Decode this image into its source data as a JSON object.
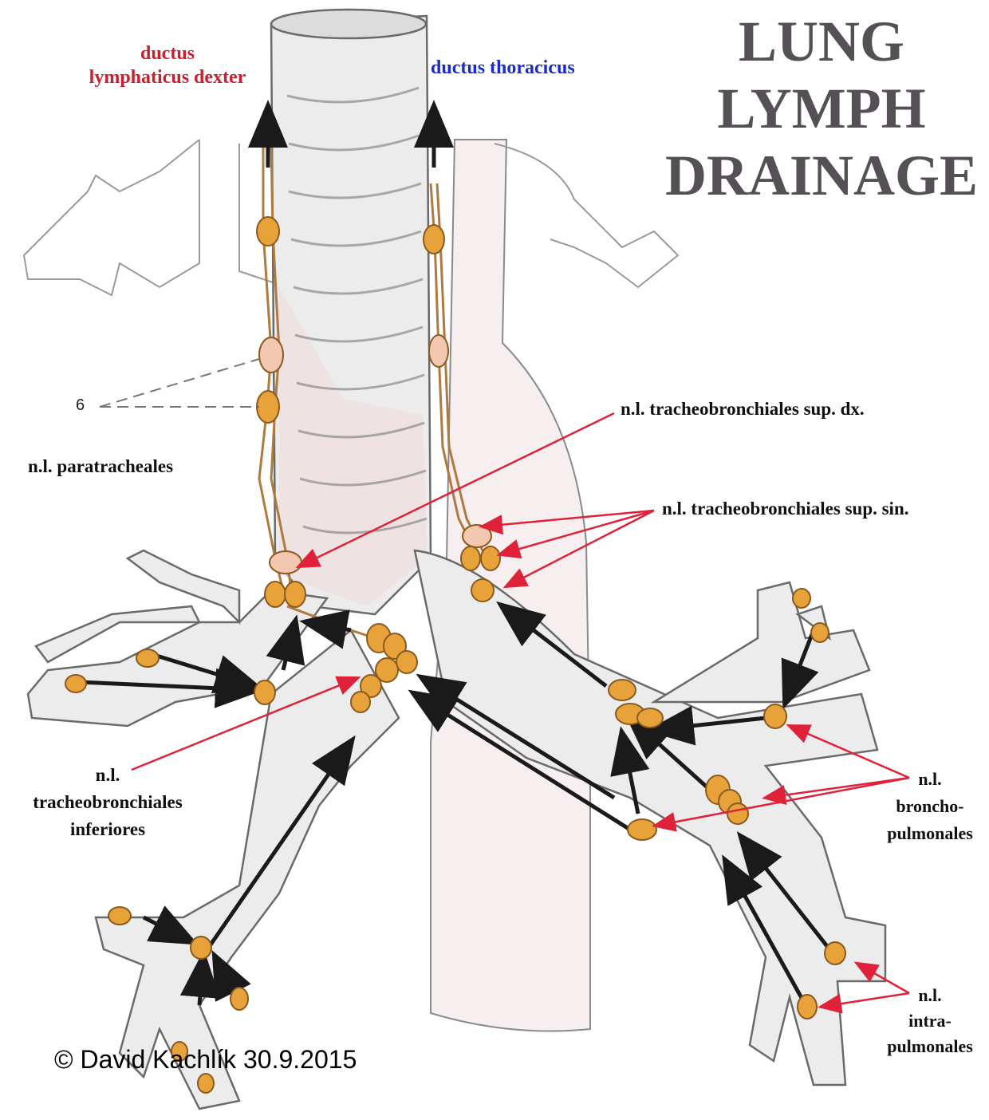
{
  "title": {
    "line1": "LUNG",
    "line2": "LYMPH",
    "line3": "DRAINAGE"
  },
  "labels": {
    "ductus_dexter_1": "ductus",
    "ductus_dexter_2": "lymphaticus dexter",
    "ductus_thoracicus": "ductus thoracicus",
    "six": "6",
    "paratracheales": "n.l. paratracheales",
    "tb_sup_dx": "n.l. tracheobronchiales sup. dx.",
    "tb_sup_sin": "n.l. tracheobronchiales sup. sin.",
    "tb_inf_1": "n.l.",
    "tb_inf_2": "tracheobronchiales",
    "tb_inf_3": "inferiores",
    "bp_1": "n.l.",
    "bp_2": "broncho-",
    "bp_3": "pulmonales",
    "ip_1": "n.l.",
    "ip_2": "intra-",
    "ip_3": "pulmonales"
  },
  "copyright": "© David Kachlík 30.9.2015",
  "colors": {
    "title": "#555055",
    "ductus_dexter": "#cc1f2e",
    "ductus_thoracicus": "#1a2bd1",
    "pointer": "#e0213a",
    "node": "#e8a23a",
    "node_pale": "#f2c8b0",
    "structure_outline": "#7a7a7a",
    "structure_fill": "#efefef"
  }
}
